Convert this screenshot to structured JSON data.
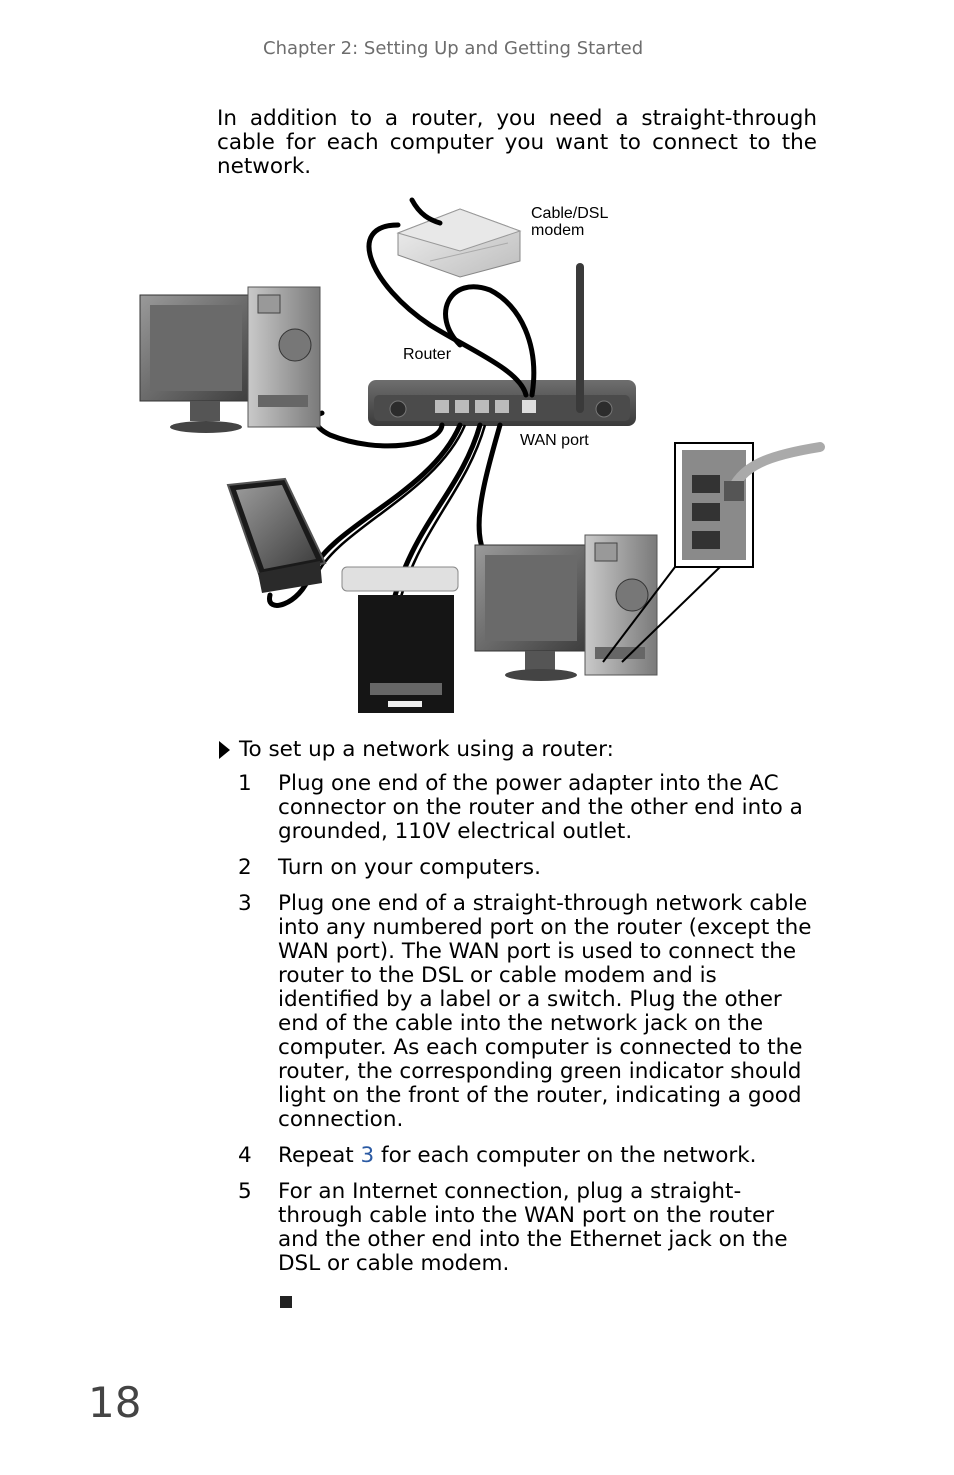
{
  "running_head": "Chapter 2: Setting Up and Getting Started",
  "intro": "In addition to a router, you need a straight-through cable for each computer you want to connect to the network.",
  "figure": {
    "labels": {
      "modem_line1": "Cable/DSL",
      "modem_line2": "modem",
      "router": "Router",
      "wan_port": "WAN port"
    }
  },
  "procedure": {
    "heading": "To set up a network using a router:",
    "steps": [
      {
        "num": "1",
        "text": "Plug one end of the power adapter into the AC connector on the router and the other end into a grounded, 110V electrical outlet."
      },
      {
        "num": "2",
        "text": "Turn on your computers."
      },
      {
        "num": "3",
        "text": "Plug one end of a straight-through network cable into any numbered port on the router (except the WAN port). The WAN port is used to connect the router to the DSL or cable modem and is identified by a label or a switch. Plug the other end of the cable into the network jack on the computer. As each computer is connected to the router, the corresponding green indicator should light on the front of the router, indicating a good connection."
      },
      {
        "num": "4",
        "pre": "Repeat ",
        "ref": "3",
        "post": " for each computer on the network."
      },
      {
        "num": "5",
        "text": "For an Internet connection, plug a straight-through cable into the WAN port on the router and the other end into the Ethernet jack on the DSL or cable modem."
      }
    ]
  },
  "page_number": "18",
  "colors": {
    "link": "#2b5aa3",
    "running_head": "#6d6d6d"
  }
}
